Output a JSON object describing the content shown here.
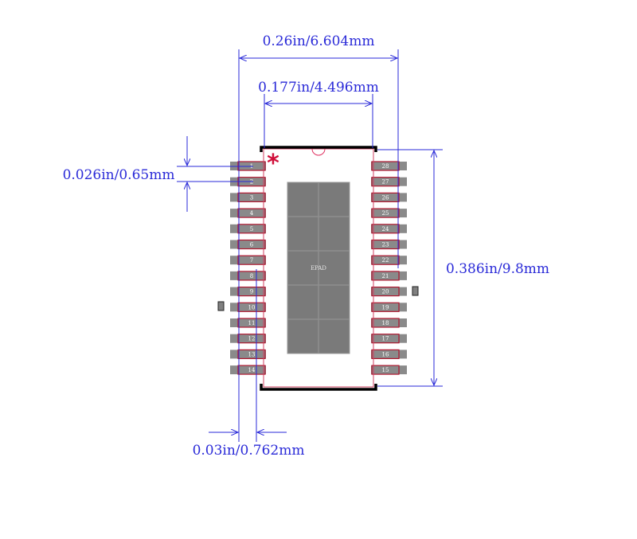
{
  "dimensions": {
    "overall_width": "0.26in/6.604mm",
    "body_width": "0.177in/4.496mm",
    "pin_pitch": "0.026in/0.65mm",
    "body_length": "0.386in/9.8mm",
    "pad_width": "0.03in/0.762mm"
  },
  "pin1_marker": "*",
  "epad_label": "EPAD",
  "left_pins": [
    "1",
    "2",
    "3",
    "4",
    "5",
    "6",
    "7",
    "8",
    "9",
    "10",
    "11",
    "12",
    "13",
    "14"
  ],
  "right_pins": [
    "28",
    "27",
    "26",
    "25",
    "24",
    "23",
    "22",
    "21",
    "20",
    "19",
    "18",
    "17",
    "16",
    "15"
  ],
  "colors": {
    "dimension": "#2a2ad8",
    "pad": "#8a8a8a",
    "pad_outline": "#b01830",
    "epad": "#7a7a7a",
    "silkscreen": "#000000",
    "pin1_marker": "#d0103a"
  }
}
